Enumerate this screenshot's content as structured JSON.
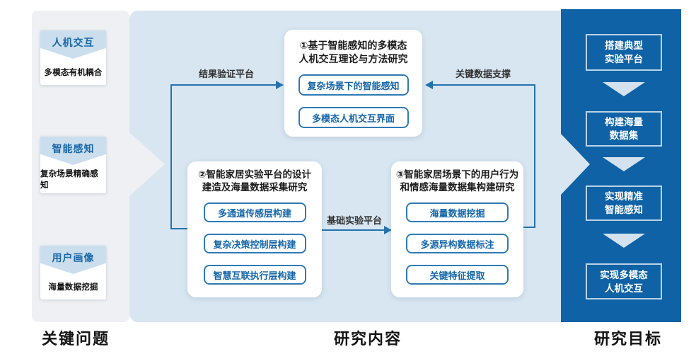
{
  "colors": {
    "panel_gray": "#eef0f3",
    "panel_light_blue": "#d8e6f2",
    "panel_dark_blue": "#0f62a6",
    "chevron_header_blue": "#cadeee",
    "accent_text_blue": "#1566a9",
    "pill_border_blue": "#2e7bb5",
    "connector_blue": "#2473ad",
    "goal_border_light": "#bad3e8",
    "triangle_light": "#d3e2ee"
  },
  "key_issues": {
    "section_label": "关键问题",
    "items": [
      {
        "title": "人机交互",
        "subtitle": "多模态有机耦合"
      },
      {
        "title": "智能感知",
        "subtitle": "复杂场景精确感知"
      },
      {
        "title": "用户画像",
        "subtitle": "海量数据挖掘"
      }
    ]
  },
  "research_content": {
    "section_label": "研究内容",
    "cards": [
      {
        "title_lines": [
          "①基于智能感知的多模态",
          "人机交互理论与方法研究"
        ],
        "pills": [
          "复杂场景下的智能感知",
          "多模态人机交互界面"
        ]
      },
      {
        "title_lines": [
          "②智能家居实验平台的设计",
          "建造及海量数据采集研究"
        ],
        "pills": [
          "多通道传感层构建",
          "复杂决策控制层构建",
          "智慧互联执行层构建"
        ]
      },
      {
        "title_lines": [
          "③智能家居场景下的用户行为",
          "和情感海量数据集构建研究"
        ],
        "pills": [
          "海量数据挖掘",
          "多源异构数据标注",
          "关键特征提取"
        ]
      }
    ],
    "connectors": {
      "left_label": "结果验证平台",
      "right_label": "关键数据支撑",
      "middle_label": "基础实验平台"
    }
  },
  "research_goals": {
    "section_label": "研究目标",
    "items": [
      {
        "lines": [
          "搭建典型",
          "实验平台"
        ]
      },
      {
        "lines": [
          "构建海量",
          "数据集"
        ]
      },
      {
        "lines": [
          "实现精准",
          "智能感知"
        ]
      },
      {
        "lines": [
          "实现多模态",
          "人机交互"
        ]
      }
    ]
  }
}
